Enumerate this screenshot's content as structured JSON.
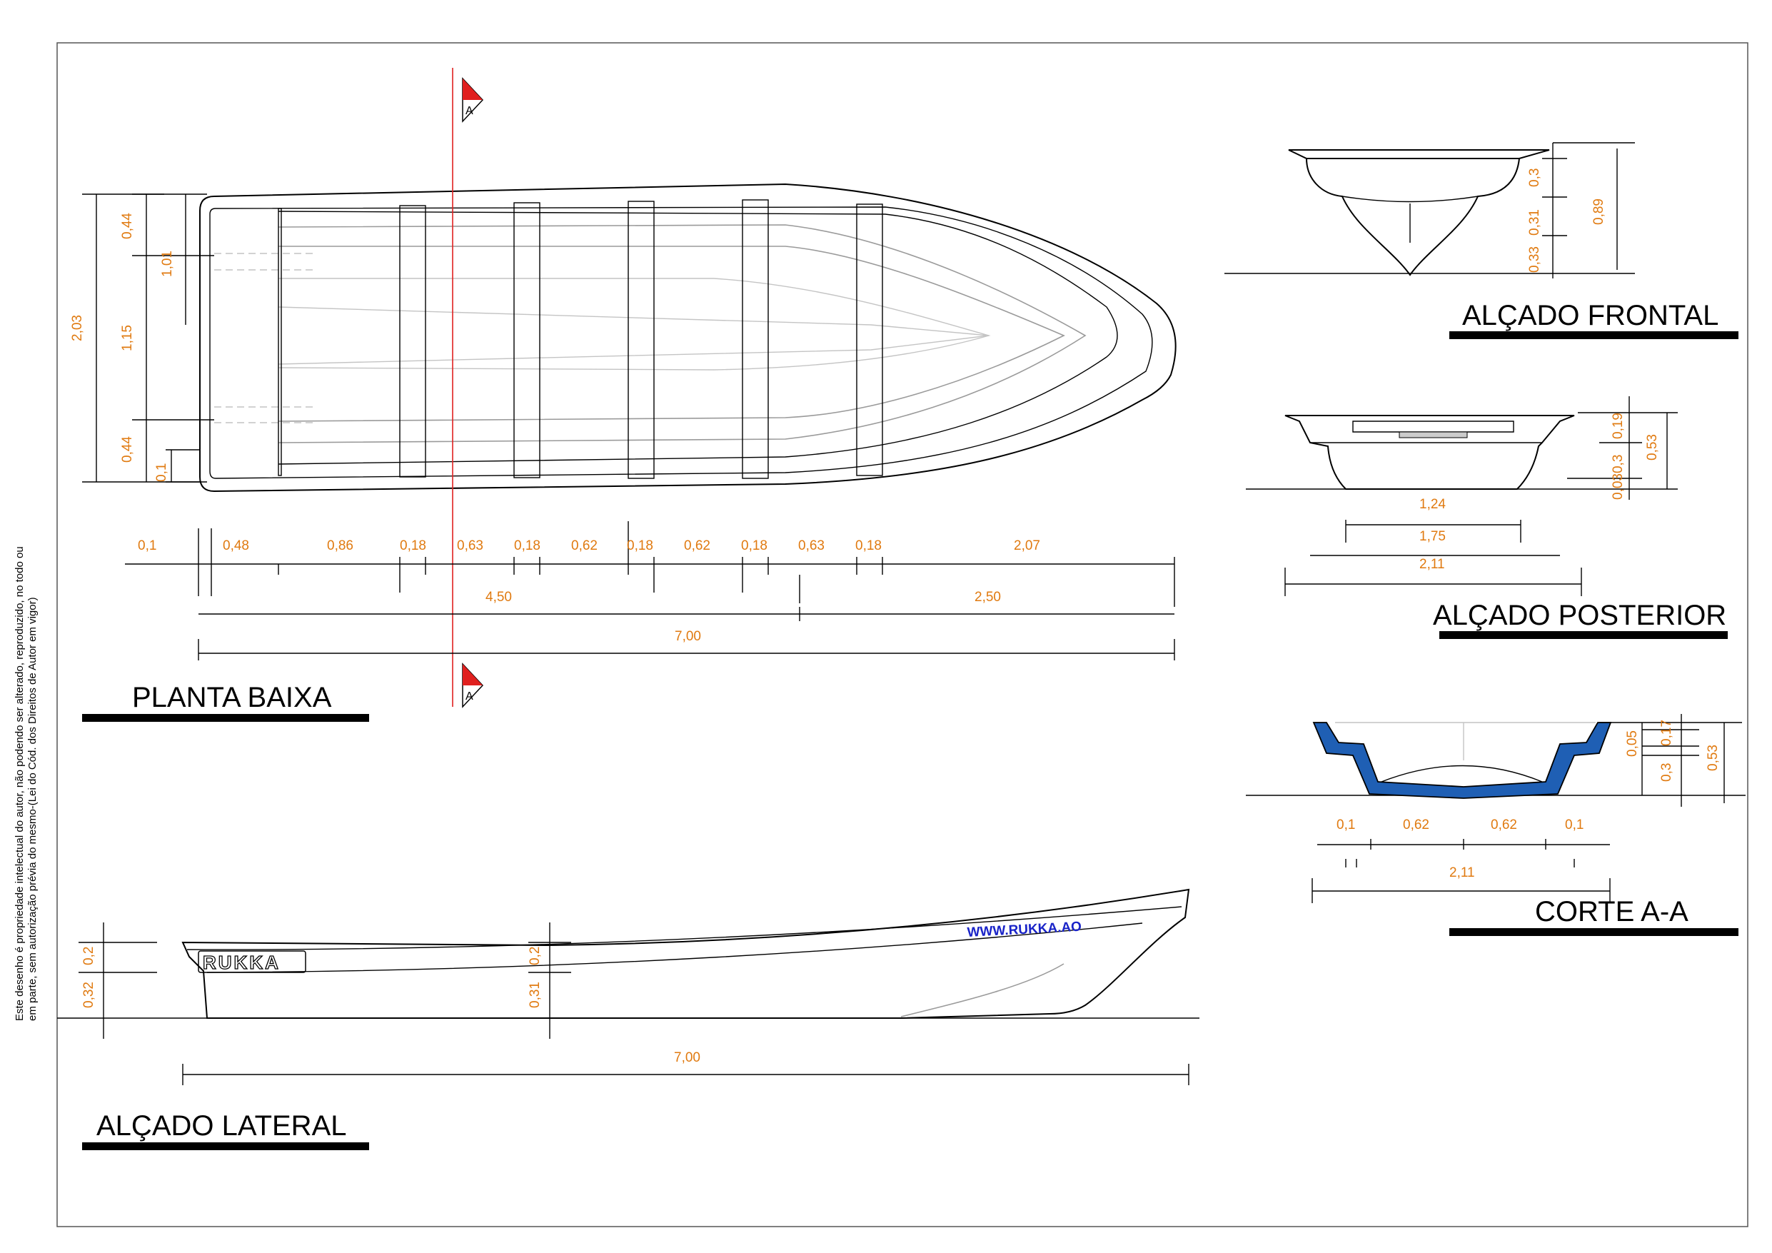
{
  "titles": {
    "planta": "PLANTA BAIXA",
    "lateral": "ALÇADO  LATERAL",
    "frontal": "ALÇADO  FRONTAL",
    "posterior": "ALÇADO POSTERIOR",
    "corte": "CORTE A-A"
  },
  "copyright": {
    "line1": "Este desenho é propriedade intelectual do autor, não podendo ser alterado, reproduzido, no todo ou",
    "line2": "em parte, sem autorização prévia do mesmo-(Lei do Cód. dos Direitos de Autor em vigor)"
  },
  "section_marker": "A",
  "brand": {
    "logo": "RUKKA",
    "website": "WWW.RUKKA.AO"
  },
  "planta_dims": {
    "width_total": "2,03",
    "w_top": "0,44",
    "w_mid": "1,15",
    "w_bot": "0,44",
    "w_inner": "1,01",
    "w_edge": "0,1",
    "segments": [
      "0,1",
      "0,48",
      "0,86",
      "0,18",
      "0,63",
      "0,18",
      "0,62",
      "0,18",
      "0,62",
      "0,18",
      "0,63",
      "0,18",
      "2,07"
    ],
    "sub_a": "4,50",
    "sub_b": "2,50",
    "length": "7,00"
  },
  "lateral_dims": {
    "h_top": "0,2",
    "h_bot": "0,32",
    "h_mid_top": "0,2",
    "h_mid_bot": "0,31",
    "length": "7,00"
  },
  "frontal_dims": {
    "a": "0,3",
    "b": "0,31",
    "c": "0,33",
    "total": "0,89"
  },
  "posterior_dims": {
    "a": "0,19",
    "b": "0,030,3",
    "total": "0,53",
    "w1": "1,24",
    "w2": "1,75",
    "w3": "2,11"
  },
  "corte_dims": {
    "a": "0,05",
    "b": "0,17",
    "c": "0,3",
    "total": "0,53",
    "w": [
      "0,1",
      "0,62",
      "0,62",
      "0,1"
    ],
    "width": "2,11"
  },
  "colors": {
    "dims": "#e07a10",
    "section_line": "#e0201f",
    "hull_section": "#1f5fb4",
    "website": "#1a24c8"
  }
}
